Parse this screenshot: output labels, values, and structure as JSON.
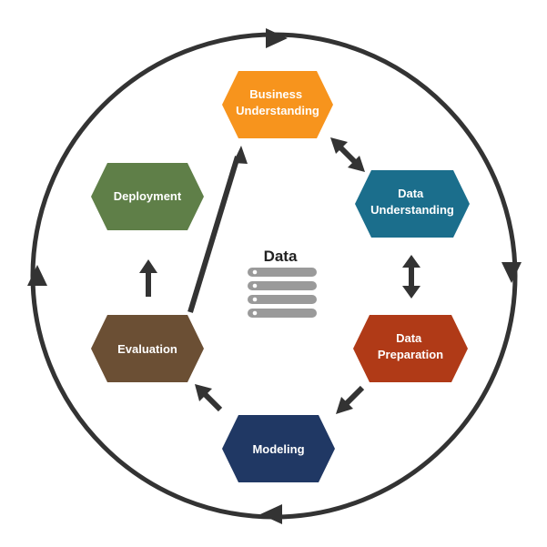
{
  "diagram": {
    "center_label": "Data",
    "colors": {
      "cycle_ring": "#333333",
      "arrow": "#333333",
      "database_icon": "#9a9a9a",
      "database_dot": "#ffffff"
    },
    "icons": {
      "center": "database-icon"
    },
    "nodes": [
      {
        "id": "business-understanding",
        "lines": [
          "Business",
          "Understanding"
        ],
        "color": "#f7941d"
      },
      {
        "id": "data-understanding",
        "lines": [
          "Data",
          "Understanding"
        ],
        "color": "#1b6e8c"
      },
      {
        "id": "data-preparation",
        "lines": [
          "Data",
          "Preparation"
        ],
        "color": "#b03a17"
      },
      {
        "id": "modeling",
        "lines": [
          "Modeling"
        ],
        "color": "#203864"
      },
      {
        "id": "evaluation",
        "lines": [
          "Evaluation"
        ],
        "color": "#6b4f34"
      },
      {
        "id": "deployment",
        "lines": [
          "Deployment"
        ],
        "color": "#5f7f48"
      }
    ]
  }
}
